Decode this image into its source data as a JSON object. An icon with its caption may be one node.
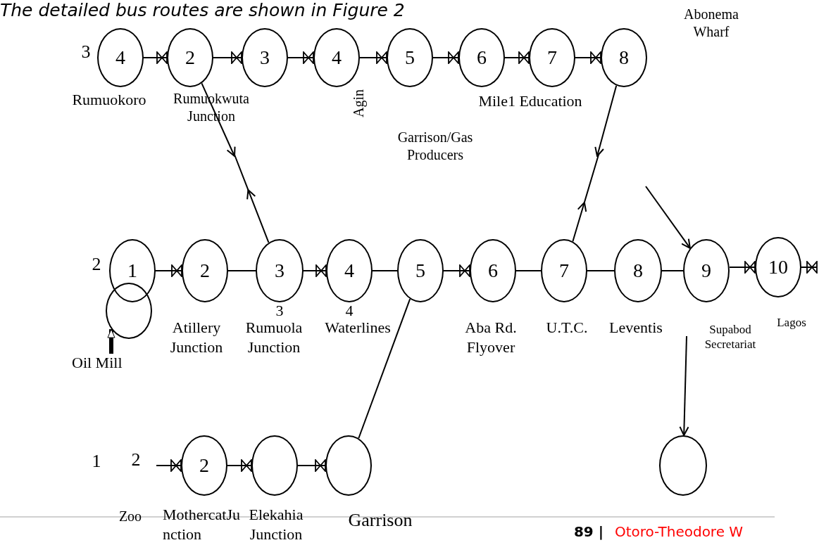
{
  "diagram": {
    "title": "The detailed bus routes are shown in Figure 2",
    "nodes": [
      {
        "text": [
          "4"
        ],
        "beside": [
          "3"
        ]
      },
      {
        "text": [
          "2"
        ]
      },
      {
        "text": [
          "3"
        ]
      },
      {
        "text": [
          "4"
        ]
      },
      {
        "text": [
          "5"
        ]
      },
      {
        "text": [
          "6"
        ]
      },
      {
        "text": [
          "7"
        ]
      },
      {
        "text": [
          "8"
        ]
      },
      {
        "text": [
          "1"
        ],
        "beside": [
          "2"
        ]
      },
      {
        "text": [
          "2"
        ]
      },
      {
        "text": [
          "3"
        ]
      },
      {
        "text": [
          "4"
        ]
      },
      {
        "text": [
          "5"
        ]
      },
      {
        "text": [
          "6"
        ]
      },
      {
        "text": [
          "7"
        ]
      },
      {
        "text": [
          "8"
        ]
      },
      {
        "text": [
          "9"
        ]
      },
      {
        "text": [
          "10"
        ]
      },
      {
        "text": [],
        "shape": "circle"
      },
      {
        "text": [
          "Oil Mill"
        ]
      },
      {
        "text": [
          "2"
        ]
      },
      {
        "text": [],
        "shape": "circle"
      },
      {
        "text": [],
        "shape": "circle"
      },
      {
        "text": [],
        "shape": "circle"
      }
    ],
    "edges": [
      {
        "from": 0,
        "to": 1,
        "arrow": "to"
      },
      {
        "from": 1,
        "to": 2,
        "arrow": "to"
      },
      {
        "from": 2,
        "to": 3,
        "arrow": "to"
      },
      {
        "from": 3,
        "to": 4,
        "arrow": "to"
      },
      {
        "from": 4,
        "to": 5,
        "arrow": "to"
      },
      {
        "from": 5,
        "to": 6,
        "arrow": "to"
      },
      {
        "from": 6,
        "to": 7,
        "arrow": "to"
      },
      {
        "from": 8,
        "to": 9,
        "arrow": "to"
      },
      {
        "from": 9,
        "to": 10,
        "arrow": "none"
      },
      {
        "from": 10,
        "to": 11,
        "arrow": "to"
      },
      {
        "from": 11,
        "to": 12,
        "arrow": "none"
      },
      {
        "from": 12,
        "to": 13,
        "arrow": "to"
      },
      {
        "from": 13,
        "to": 14,
        "arrow": "none"
      },
      {
        "from": 14,
        "to": 15,
        "arrow": "none"
      },
      {
        "from": 15,
        "to": 16,
        "arrow": "none"
      },
      {
        "from": 16,
        "to": 17,
        "arrow": "to"
      },
      {
        "from": 17,
        "to": null,
        "arrow": "to"
      },
      {
        "from": 19,
        "to": 18,
        "arrow": "to",
        "style": "thick"
      },
      {
        "from": null,
        "to": 20,
        "arrow": "to"
      },
      {
        "from": 20,
        "to": 21,
        "arrow": "to"
      },
      {
        "from": 21,
        "to": 22,
        "arrow": "to"
      },
      {
        "from": 1,
        "to": null,
        "arrow": "to"
      },
      {
        "from": 10,
        "to": null,
        "arrow": "to"
      },
      {
        "from": 7,
        "to": null,
        "arrow": "to"
      },
      {
        "from": 14,
        "to": null,
        "arrow": "to"
      },
      {
        "from": null,
        "to": 16,
        "arrow": "to"
      },
      {
        "from": 12,
        "to": 22,
        "arrow": "none"
      },
      {
        "from": null,
        "to": 23,
        "arrow": "to"
      }
    ],
    "labels": [
      "Abonema Wharf",
      "Rumuokoro",
      "Rumuokwuta Junction",
      "Agin",
      "Mile1 Education",
      "Garrison/Gas Producers",
      "3",
      "4",
      "Atillery Junction",
      "Rumuola Junction",
      "Waterlines",
      "Aba Rd. Flyover",
      "U.T.C.",
      "Leventis",
      "Supabod Secretariat",
      "Lagos",
      "1",
      "2",
      "Zoo",
      "MothercatJunction",
      "Elekahia Junction",
      "Garrison",
      "89 |",
      "Otoro-Theodore W"
    ]
  }
}
